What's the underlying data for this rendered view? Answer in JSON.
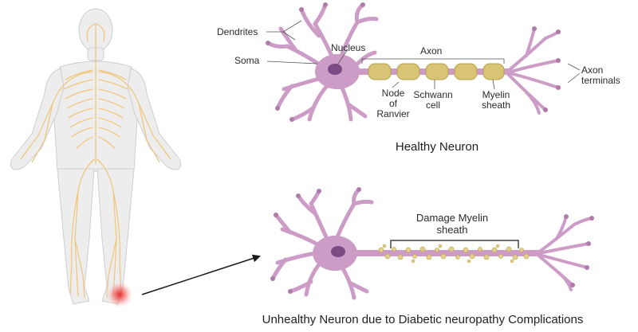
{
  "labels": {
    "dendrites": "Dendrites",
    "soma": "Soma",
    "nucleus": "Nucleus",
    "axon": "Axon",
    "node_of_ranvier": "Node\nof\nRanvier",
    "schwann_cell": "Schwann\ncell",
    "myelin_sheath": "Myelin\nsheath",
    "axon_terminals": "Axon\nterminals",
    "damage_myelin_sheath": "Damage Myelin\nsheath"
  },
  "captions": {
    "healthy": "Healthy Neuron",
    "unhealthy": "Unhealthy Neuron due to Diabetic neuropathy Complications"
  },
  "colors": {
    "neuron": "#cc9cc6",
    "neuron_dark": "#b07aa9",
    "nucleus": "#7e4a86",
    "myelin": "#d8c474",
    "nerves": "#f0c57a",
    "body": "#ececec",
    "pain": "#e62020"
  }
}
